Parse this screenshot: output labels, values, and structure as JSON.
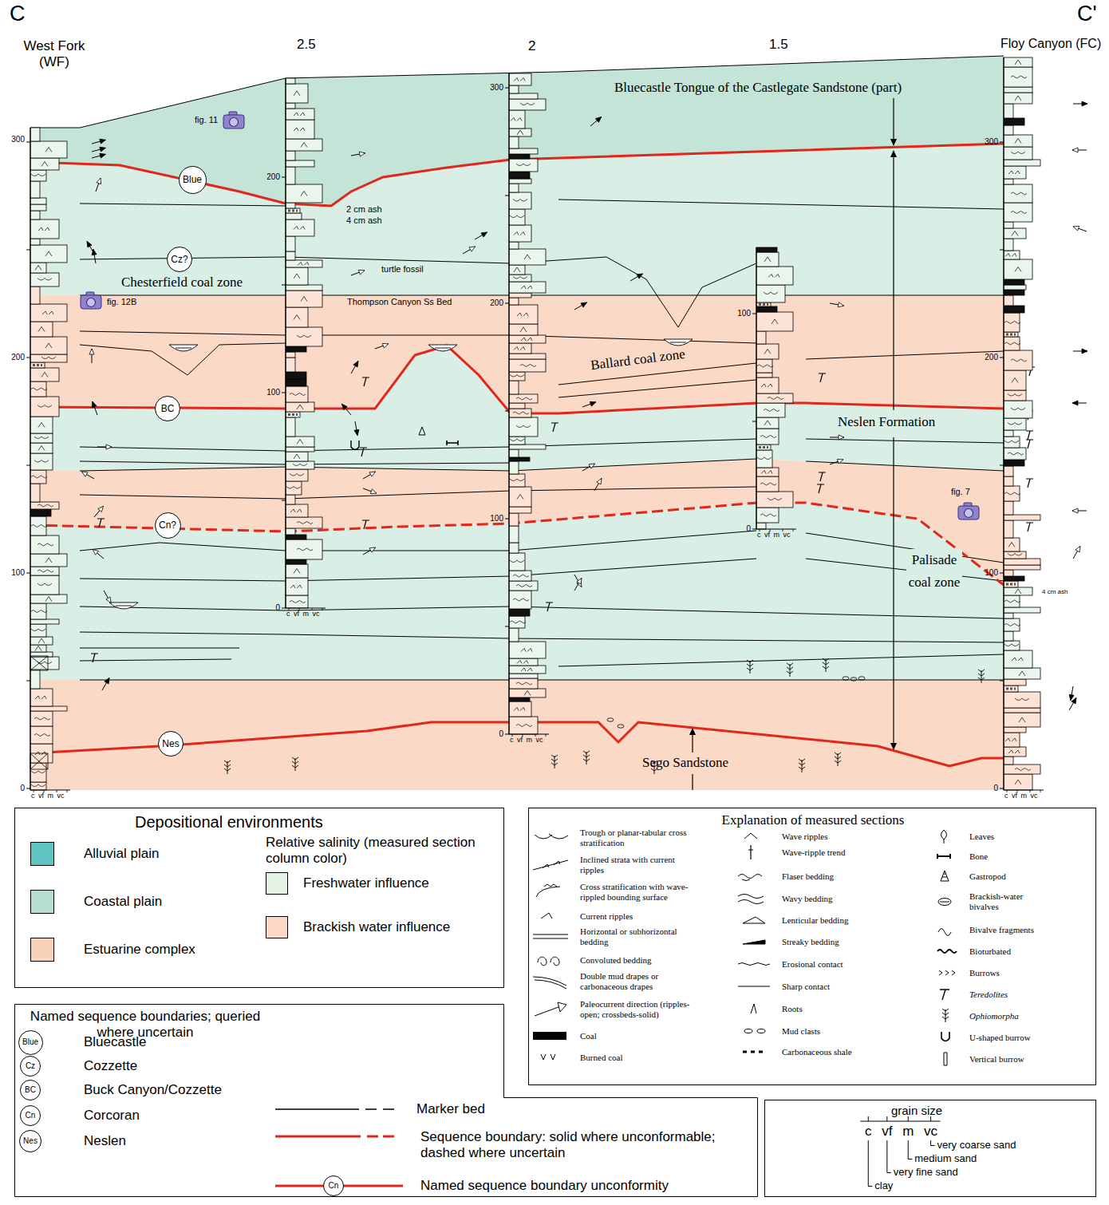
{
  "diagram": {
    "nodes": [
      {
        "text": [
          "Blue"
        ]
      },
      {
        "text": [
          "Cz?"
        ]
      },
      {
        "text": [
          "BC"
        ]
      },
      {
        "text": [
          "Cn?"
        ]
      },
      {
        "text": [
          "Nes"
        ]
      },
      {
        "text": [
          "Depositional environments"
        ]
      },
      {
        "text": [
          "Explanation of measured sections"
        ]
      },
      {
        "text": [
          "Named sequence boundaries; queried where uncertain"
        ]
      },
      {
        "text": [
          "Blue"
        ],
        "in": 7
      },
      {
        "text": [
          "Cz"
        ],
        "in": 7
      },
      {
        "text": [
          "BC"
        ],
        "in": 7
      },
      {
        "text": [
          "Cn"
        ],
        "in": 7
      },
      {
        "text": [
          "Nes"
        ],
        "in": 7
      },
      {
        "text": [
          "Cn"
        ],
        "in": 7
      },
      {
        "text": [
          "grain size"
        ]
      }
    ],
    "labels": [
      "C",
      "C'",
      "West Fork (WF)",
      "2.5",
      "2",
      "1.5",
      "Floy Canyon (FC)",
      "300",
      "200",
      "100",
      "0",
      "200",
      "100",
      "0",
      "300",
      "200",
      "100",
      "0",
      "100",
      "0",
      "300",
      "200",
      "100",
      "0",
      "c vf m vc",
      "c vf m vc",
      "c vf m vc",
      "c vf m vc",
      "c vf m vc",
      "Bluecastle Tongue of the Castlegate Sandstone (part)",
      "Chesterfield coal zone",
      "Thompson Canyon Ss Bed",
      "turtle fossil",
      "Ballard coal zone",
      "Neslen Formation",
      "Palisade coal zone",
      "Sego Sandstone",
      "2 cm ash",
      "4 cm ash",
      "4 cm ash",
      "fig. 11",
      "fig. 12B",
      "fig. 7",
      "Relative salinity (measured section column color)",
      "c vf m vc",
      "very coarse sand",
      "medium sand",
      "very fine sand",
      "clay"
    ],
    "legend": [
      {
        "text": "Alluvial plain",
        "color": "#5fc4bf"
      },
      {
        "text": "Coastal plain",
        "color": "#b5dece"
      },
      {
        "text": "Estuarine complex",
        "color": "#f9d2ba"
      },
      {
        "text": "Freshwater influence",
        "color": "#e4f2e6"
      },
      {
        "text": "Brackish water influence",
        "color": "#fcd8c5"
      },
      {
        "text": "Trough or planar-tabular cross stratification"
      },
      {
        "text": "Inclined strata with current ripples"
      },
      {
        "text": "Cross stratification with wave-rippled bounding surface"
      },
      {
        "text": "Current ripples"
      },
      {
        "text": "Horizontal or subhorizontal bedding"
      },
      {
        "text": "Convoluted bedding"
      },
      {
        "text": "Double mud drapes or carbonaceous drapes"
      },
      {
        "text": "Paleocurrent direction (ripples-open; crossbeds-solid)"
      },
      {
        "text": "Coal",
        "color": "#000000"
      },
      {
        "text": "Burned coal"
      },
      {
        "text": "Wave ripples"
      },
      {
        "text": "Wave-ripple trend"
      },
      {
        "text": "Flaser bedding"
      },
      {
        "text": "Wavy bedding"
      },
      {
        "text": "Lenticular bedding"
      },
      {
        "text": "Streaky bedding"
      },
      {
        "text": "Erosional contact"
      },
      {
        "text": "Sharp contact"
      },
      {
        "text": "Roots"
      },
      {
        "text": "Mud clasts"
      },
      {
        "text": "Carbonaceous shale"
      },
      {
        "text": "Leaves"
      },
      {
        "text": "Bone"
      },
      {
        "text": "Gastropod"
      },
      {
        "text": "Brackish-water bivalves"
      },
      {
        "text": "Bivalve fragments"
      },
      {
        "text": "Bioturbated"
      },
      {
        "text": "Burrows"
      },
      {
        "text": "Teredolites"
      },
      {
        "text": "Ophiomorpha"
      },
      {
        "text": "U-shaped burrow"
      },
      {
        "text": "Vertical burrow"
      },
      {
        "text": "Bluecastle"
      },
      {
        "text": "Cozzette"
      },
      {
        "text": "Buck Canyon/Cozzette"
      },
      {
        "text": "Corcoran"
      },
      {
        "text": "Neslen"
      },
      {
        "text": "Marker bed"
      },
      {
        "text": "Sequence boundary: solid where unconformable; dashed where uncertain"
      },
      {
        "text": "Named sequence boundary unconformity"
      }
    ]
  }
}
